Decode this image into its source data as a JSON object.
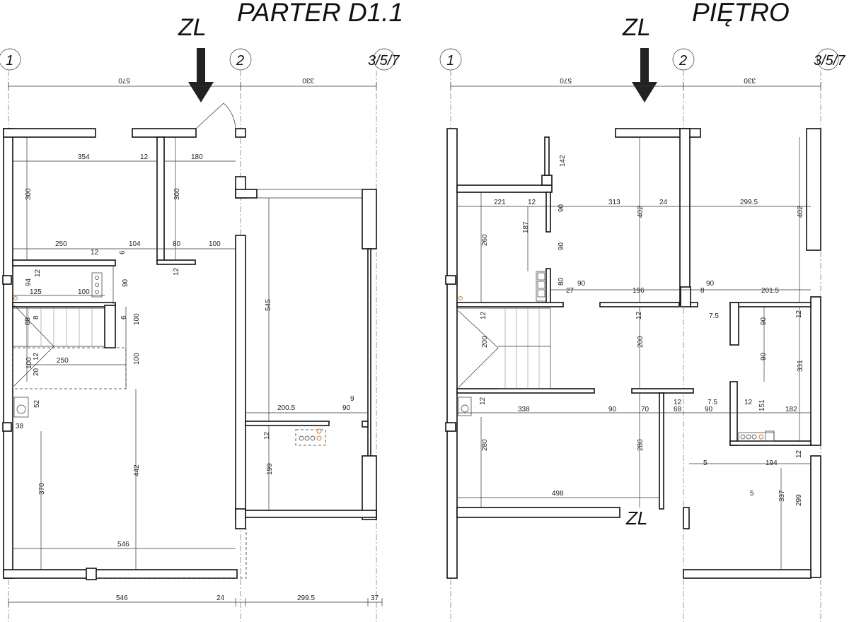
{
  "titles": {
    "left": "PARTER D1.1",
    "right": "PIĘTRO",
    "zl_left": "ZL",
    "zl_right": "ZL",
    "zl_bottom": "ZL"
  },
  "axes": {
    "left": [
      "1",
      "2",
      "3/5/7"
    ],
    "right": [
      "1",
      "2",
      "3/5/7"
    ]
  },
  "parter": {
    "top": [
      "570",
      "330"
    ],
    "room_top": [
      "354",
      "12",
      "180"
    ],
    "vert_top": [
      "300",
      "300"
    ],
    "row2": [
      "250",
      "104",
      "80",
      "100",
      "12",
      "6"
    ],
    "small_left": [
      "94",
      "12",
      "12"
    ],
    "row3": [
      "125",
      "100",
      "90"
    ],
    "stair": [
      "88",
      "8",
      "6",
      "100",
      "250",
      "100",
      "12",
      "20",
      "100"
    ],
    "right_room": [
      "545",
      "200.5",
      "9",
      "90",
      "12",
      "199"
    ],
    "lower": [
      "52",
      "38",
      "370",
      "442",
      "546"
    ],
    "bottom": [
      "546",
      "24",
      "299.5",
      "37"
    ]
  },
  "pietro": {
    "top": [
      "570",
      "330"
    ],
    "row1": [
      "142",
      "221",
      "12",
      "313",
      "24",
      "299.5",
      "90",
      "90",
      "402",
      "402"
    ],
    "row2": [
      "187",
      "260",
      "80",
      "27",
      "90",
      "196",
      "8",
      "90",
      "201.5"
    ],
    "mid": [
      "7.5",
      "90",
      "12",
      "12",
      "90",
      "331",
      "200",
      "200",
      "12"
    ],
    "row3": [
      "338",
      "90",
      "70",
      "68",
      "12",
      "7.5",
      "90",
      "12",
      "151",
      "182"
    ],
    "lower": [
      "280",
      "280",
      "5",
      "194",
      "12",
      "498",
      "5",
      "337",
      "299"
    ]
  }
}
